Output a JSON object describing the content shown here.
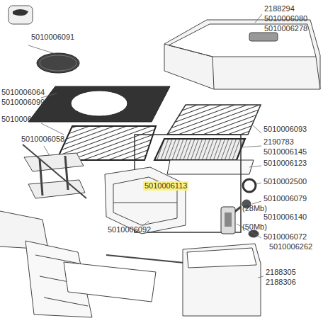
{
  "diagram": {
    "labels": [
      "2188294",
      "5010006080",
      "5010006278",
      "5010006091",
      "5010006064",
      "5010006099",
      "5010006094",
      "5010006093",
      "2190783",
      "5010006145",
      "5010006123",
      "5010006058",
      "5010006113",
      "5010002500",
      "5010006079",
      "(28Mb)",
      "5010006140",
      "(50Mb)",
      "5010006092",
      "5010006072",
      "5010006262",
      "2188305",
      "2188306"
    ]
  }
}
